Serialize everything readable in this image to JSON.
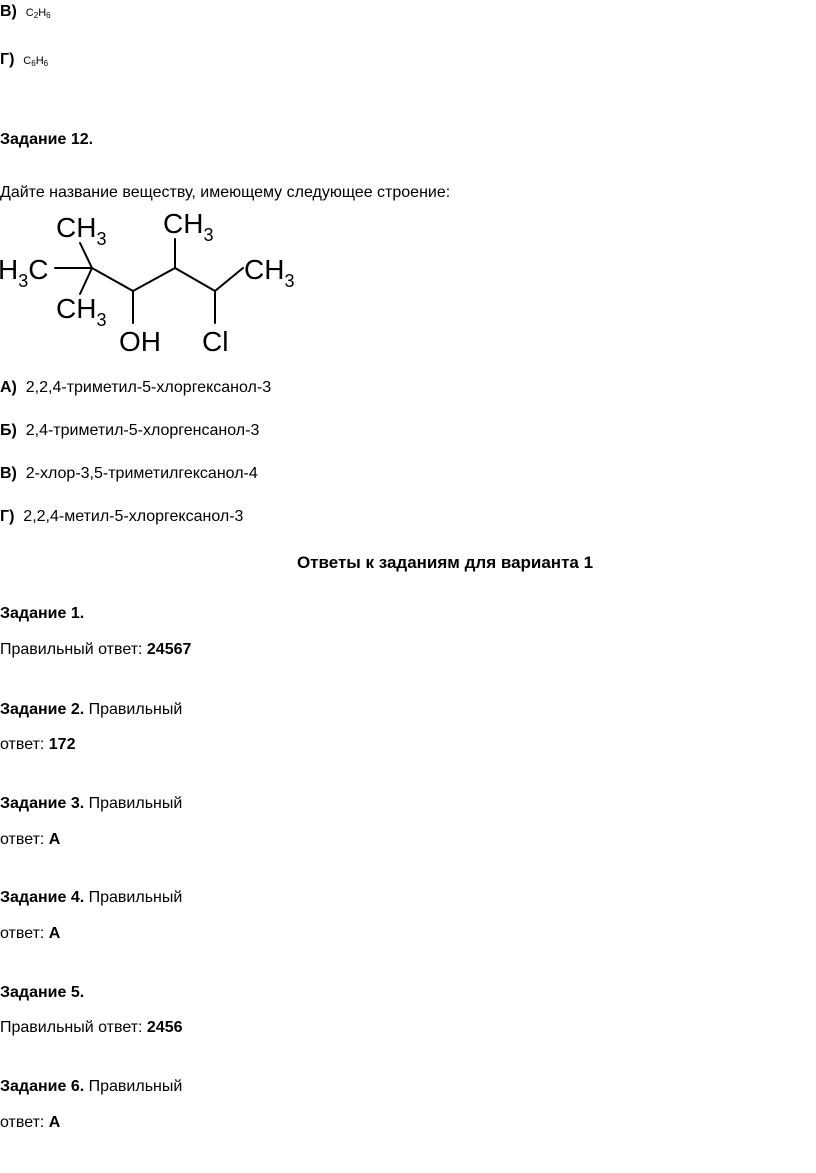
{
  "prev_options": [
    {
      "letter": "В)",
      "el1": "C",
      "n1": "2",
      "el2": "H",
      "n2": "6"
    },
    {
      "letter": "Г)",
      "el1": "C",
      "n1": "6",
      "el2": "H",
      "n2": "6"
    }
  ],
  "task12": {
    "heading": "Задание 12.",
    "question": "Дайте название веществу, имеющему следующее строение:",
    "structure": {
      "ch3": "CH",
      "sub3": "3",
      "h3c_h": "H",
      "h3c_c": "C",
      "oh": "OH",
      "cl": "Cl"
    },
    "options": [
      {
        "letter": "А)",
        "text": "2,2,4-триметил-5-хлоргексанол-3"
      },
      {
        "letter": "Б)",
        "text": "2,4-триметил-5-хлоргенсанол-3"
      },
      {
        "letter": "В)",
        "text": "2-хлор-3,5-триметилгексанол-4"
      },
      {
        "letter": "Г)",
        "text": "2,2,4-метил-5-хлоргексанол-3"
      }
    ]
  },
  "answers_title": "Ответы к заданиям для варианта 1",
  "answers": {
    "t1": {
      "heading": "Задание 1.",
      "label": "Правильный ответ: ",
      "value": "24567"
    },
    "t2": {
      "heading": "Задание 2.",
      "label1": " Правильный",
      "label2": "ответ: ",
      "value": "172"
    },
    "t3": {
      "heading": "Задание 3.",
      "label1": " Правильный",
      "label2": "ответ: ",
      "value": "А"
    },
    "t4": {
      "heading": "Задание 4.",
      "label1": " Правильный",
      "label2": "ответ: ",
      "value": "А"
    },
    "t5": {
      "heading": "Задание 5.",
      "label": "Правильный ответ: ",
      "value": "2456"
    },
    "t6": {
      "heading": "Задание 6.",
      "label1": " Правильный",
      "label2": "ответ: ",
      "value": "А"
    }
  }
}
